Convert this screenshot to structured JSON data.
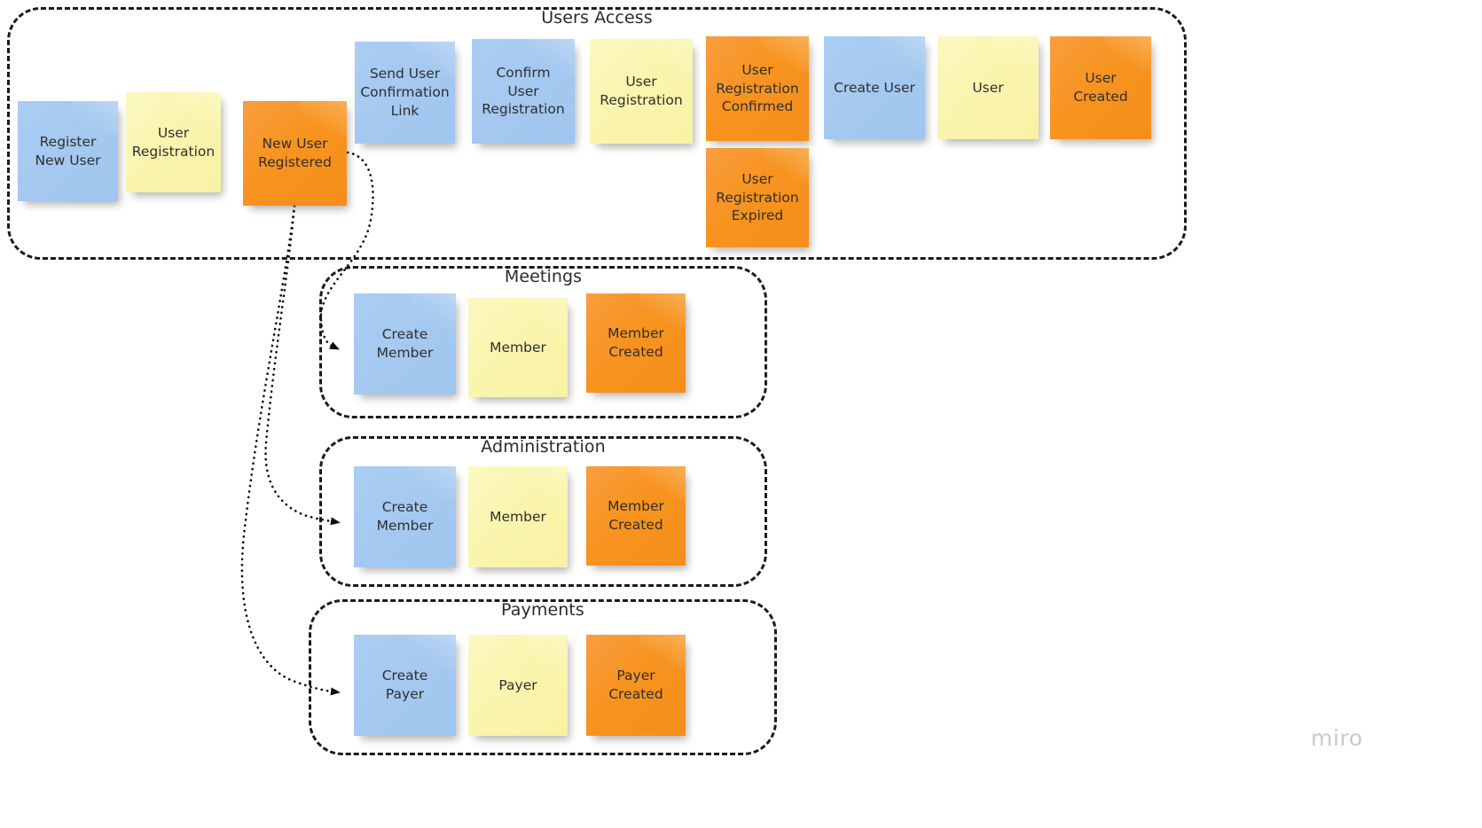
{
  "board": {
    "watermark": "miro",
    "background_color": "#ffffff"
  },
  "palette": {
    "command_blue": "#A5C9F0",
    "aggregate_yellow": "#FAF5AE",
    "event_orange": "#F7931E",
    "container_border": "#1A1A1A",
    "text": "#2F2F2F",
    "connector": "#111111",
    "watermark": "#C9C8D6"
  },
  "groups": [
    {
      "id": "users-access",
      "title": "Users Access",
      "notes": [
        {
          "id": "register-new-user",
          "label": "Register New User",
          "color": "blue"
        },
        {
          "id": "user-registration-1",
          "label": "User Registration",
          "color": "yellow"
        },
        {
          "id": "new-user-registered",
          "label": "New User Registered",
          "color": "orange"
        },
        {
          "id": "send-user-confirmation-link",
          "label": "Send User Confirmation Link",
          "color": "blue"
        },
        {
          "id": "confirm-user-registration",
          "label": "Confirm User Registration",
          "color": "blue"
        },
        {
          "id": "user-registration-2",
          "label": "User Registration",
          "color": "yellow"
        },
        {
          "id": "user-registration-confirmed",
          "label": "User Registration Confirmed",
          "color": "orange"
        },
        {
          "id": "user-registration-expired",
          "label": "User Registration Expired",
          "color": "orange"
        },
        {
          "id": "create-user",
          "label": "Create User",
          "color": "blue"
        },
        {
          "id": "user",
          "label": "User",
          "color": "yellow"
        },
        {
          "id": "user-created",
          "label": "User Created",
          "color": "orange"
        }
      ]
    },
    {
      "id": "meetings",
      "title": "Meetings",
      "notes": [
        {
          "id": "meetings-create-member",
          "label": "Create Member",
          "color": "blue"
        },
        {
          "id": "meetings-member",
          "label": "Member",
          "color": "yellow"
        },
        {
          "id": "meetings-member-created",
          "label": "Member Created",
          "color": "orange"
        }
      ]
    },
    {
      "id": "administration",
      "title": "Administration",
      "notes": [
        {
          "id": "administration-create-member",
          "label": "Create Member",
          "color": "blue"
        },
        {
          "id": "administration-member",
          "label": "Member",
          "color": "yellow"
        },
        {
          "id": "administration-member-created",
          "label": "Member Created",
          "color": "orange"
        }
      ]
    },
    {
      "id": "payments",
      "title": "Payments",
      "notes": [
        {
          "id": "payments-create-payer",
          "label": "Create Payer",
          "color": "blue"
        },
        {
          "id": "payments-payer",
          "label": "Payer",
          "color": "yellow"
        },
        {
          "id": "payments-payer-created",
          "label": "Payer Created",
          "color": "orange"
        }
      ]
    }
  ],
  "connectors": [
    {
      "id": "new-user-registered-to-meetings-create-member",
      "from": "new-user-registered",
      "to": "meetings-create-member",
      "style": "dotted",
      "arrow": "filled-triangle"
    },
    {
      "id": "new-user-registered-to-administration-create-member",
      "from": "new-user-registered",
      "to": "administration-create-member",
      "style": "dotted",
      "arrow": "filled-triangle"
    },
    {
      "id": "new-user-registered-to-payments-create-payer",
      "from": "new-user-registered",
      "to": "payments-create-payer",
      "style": "dotted",
      "arrow": "filled-triangle"
    }
  ]
}
